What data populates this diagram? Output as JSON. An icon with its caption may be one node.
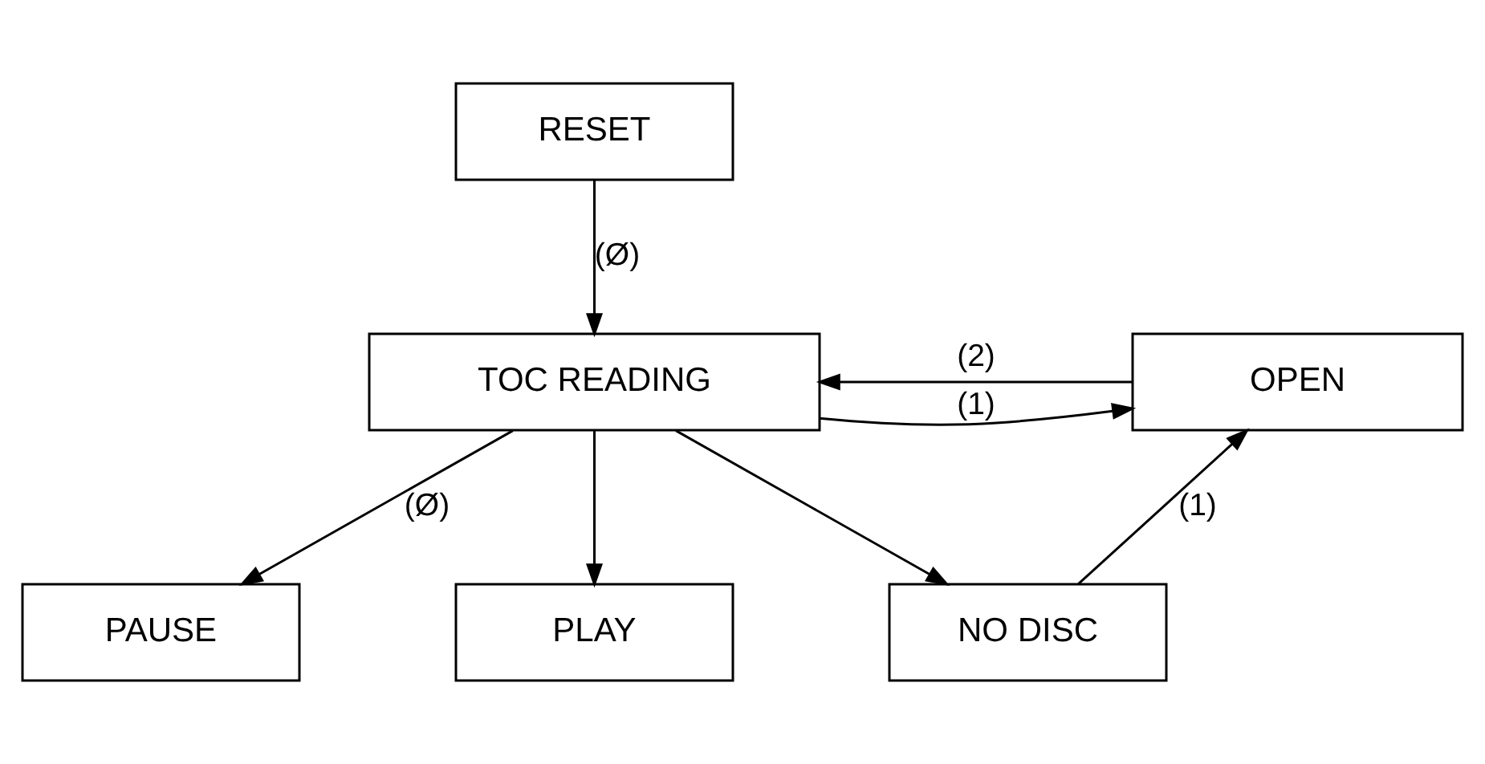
{
  "diagram": {
    "nodes": [
      {
        "text": [
          "RESET"
        ]
      },
      {
        "text": [
          "TOC READING"
        ]
      },
      {
        "text": [
          "OPEN"
        ]
      },
      {
        "text": [
          "PAUSE"
        ]
      },
      {
        "text": [
          "PLAY"
        ]
      },
      {
        "text": [
          "NO DISC"
        ]
      }
    ],
    "edges": [
      {
        "from": 0,
        "to": 1,
        "arrow": "to",
        "label": "(Ø)"
      },
      {
        "from": 2,
        "to": 1,
        "arrow": "to",
        "label": "(2)"
      },
      {
        "from": 1,
        "to": 2,
        "arrow": "to",
        "label": "(1)"
      },
      {
        "from": 1,
        "to": 3,
        "arrow": "to",
        "label": "(Ø)"
      },
      {
        "from": 1,
        "to": 4,
        "arrow": "to"
      },
      {
        "from": 1,
        "to": 5,
        "arrow": "to"
      },
      {
        "from": 5,
        "to": 2,
        "arrow": "to",
        "label": "(1)"
      }
    ]
  }
}
